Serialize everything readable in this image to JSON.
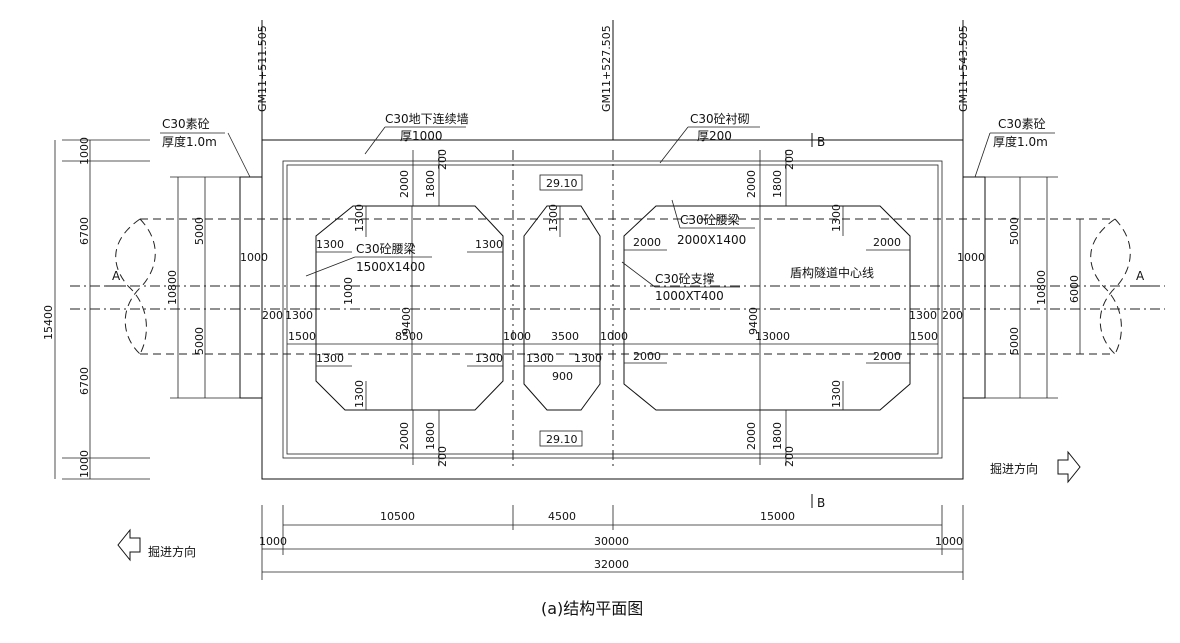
{
  "caption": "(a)结构平面图",
  "stations": {
    "left": "GM11+511.505",
    "mid": "GM11+527.505",
    "right": "GM11+543.505"
  },
  "labels": {
    "c30_plain_left_1": "C30素砼",
    "c30_plain_left_2": "厚度1.0m",
    "c30_plain_right_1": "C30素砼",
    "c30_plain_right_2": "厚度1.0m",
    "diaphragm_wall_1": "C30地下连续墙",
    "diaphragm_wall_2": "厚1000",
    "lining_1": "C30砼衬砌",
    "lining_2": "厚200",
    "waist_beam_left_1": "C30砼腰梁",
    "waist_beam_left_2": "1500X1400",
    "waist_beam_right_1": "C30砼腰梁",
    "waist_beam_right_2": "2000X1400",
    "strut_1": "C30砼支撑",
    "strut_2": "1000XT400",
    "tunnel_centerline": "盾构隧道中心线",
    "section_a": "A",
    "section_b": "B",
    "elevation_top": "29.10",
    "elevation_bottom": "29.10",
    "excavation_dir_right": "掘进方向",
    "excavation_dir_left": "掘进方向"
  },
  "dims": {
    "d15400": "15400",
    "d6700a": "6700",
    "d6700b": "6700",
    "d1000a": "1000",
    "d1000b": "1000",
    "d10800l": "10800",
    "d10800r": "10800",
    "d5000a": "5000",
    "d5000b": "5000",
    "d5000c": "5000",
    "d5000d": "5000",
    "d6000": "6000",
    "d9400l": "9400",
    "d9400r": "9400",
    "d8500": "8500",
    "d3500": "3500",
    "d13000": "13000",
    "d1000c": "1000",
    "d1000d": "1000",
    "d1000e": "1000",
    "d1000f": "1000",
    "d1000g": "1000",
    "d1300": "1300",
    "d1500": "1500",
    "d200": "200",
    "d2000": "2000",
    "d1800": "1800",
    "d900": "900",
    "d10500": "10500",
    "d4500": "4500",
    "d15000": "15000",
    "d30000": "30000",
    "d32000": "32000"
  }
}
